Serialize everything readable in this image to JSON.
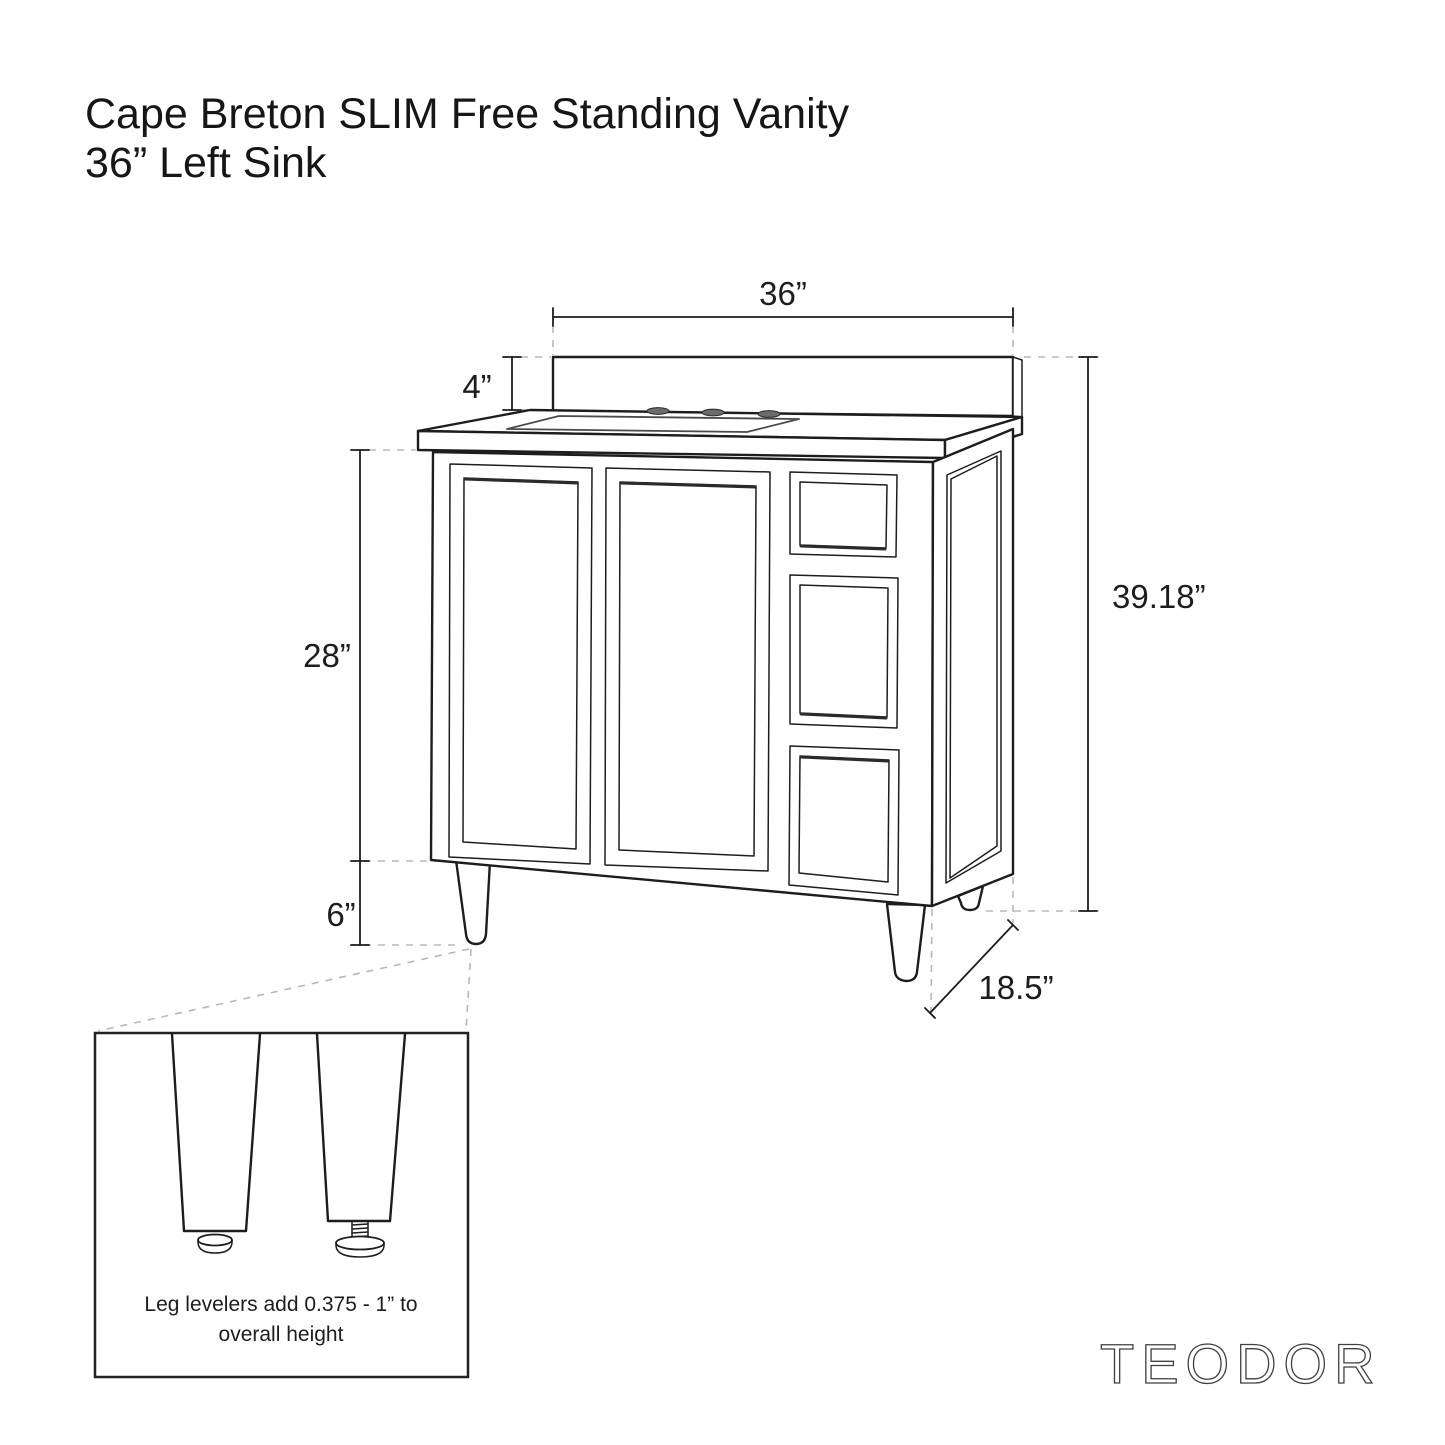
{
  "title": {
    "line1": "Cape Breton SLIM Free Standing Vanity",
    "line2": "36” Left Sink"
  },
  "dimensions": {
    "top_width": "36”",
    "backsplash_height": "4”",
    "cabinet_body_height": "28”",
    "leg_height": "6”",
    "overall_height": "39.18”",
    "depth": "18.5”"
  },
  "callout": {
    "line1": "Leg levelers add 0.375 - 1” to",
    "line2": "overall height"
  },
  "brand": "TEODOR",
  "colors": {
    "line": "#1d1d1d",
    "dash": "#b8b8b8",
    "background": "#ffffff"
  }
}
